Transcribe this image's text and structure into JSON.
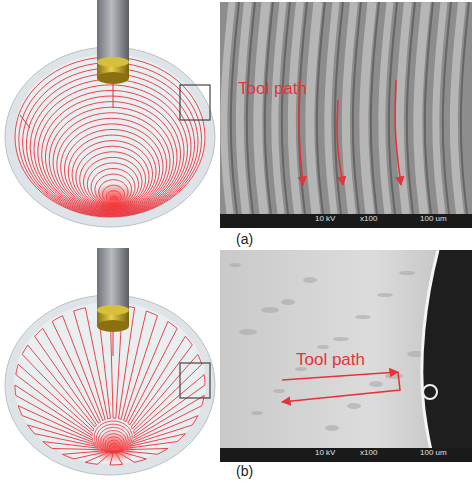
{
  "diagram": {
    "labels": [
      "Tool path",
      "(a)",
      "10 kV",
      "x100",
      "100 um",
      "Tool path",
      "(b)",
      "10 kV",
      "x100",
      "100 um"
    ]
  }
}
